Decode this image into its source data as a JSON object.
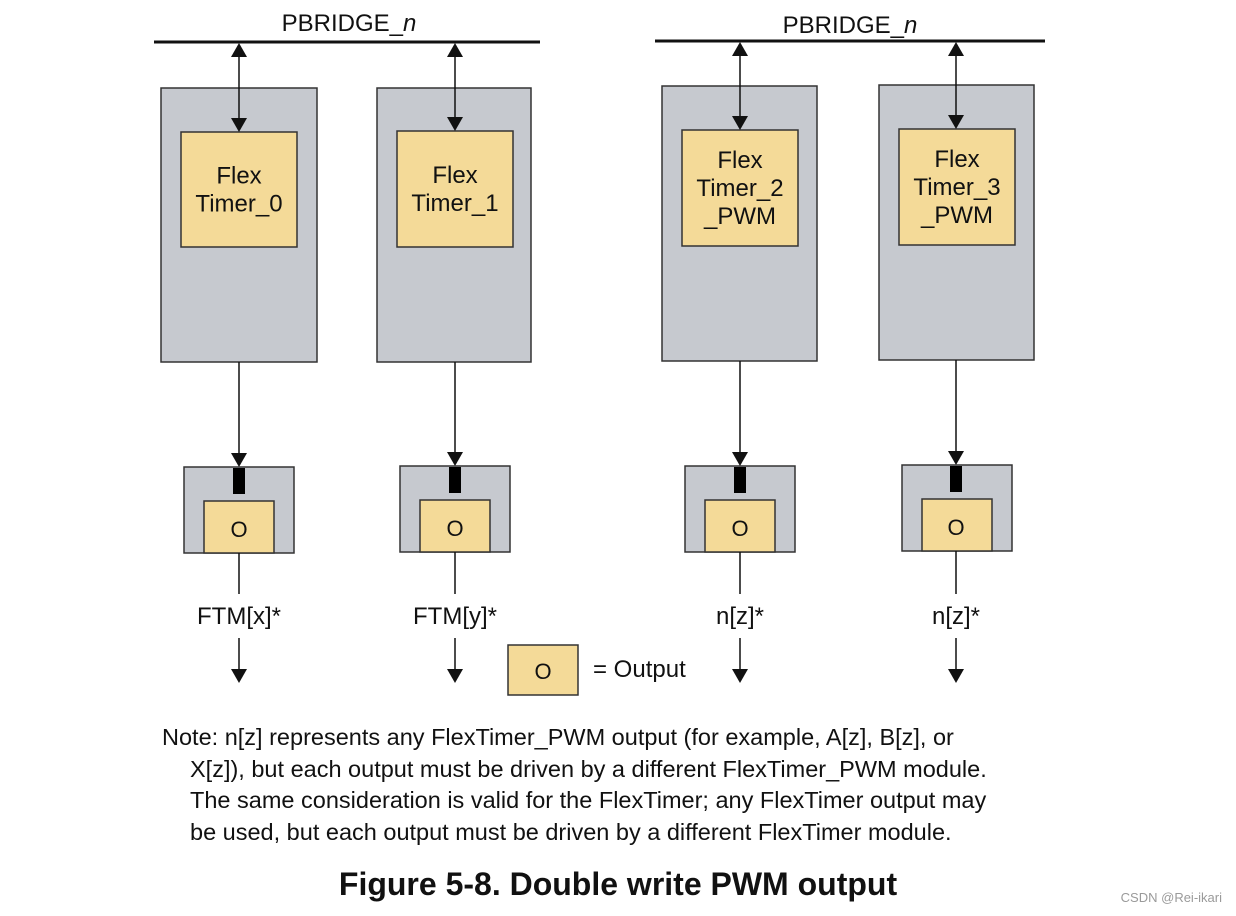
{
  "buses": [
    {
      "label_main": "PBRIDGE_",
      "label_italic": "n"
    },
    {
      "label_main": "PBRIDGE_",
      "label_italic": "n"
    }
  ],
  "modules": [
    {
      "lines": [
        "Flex",
        "Timer_0"
      ],
      "output_symbol": "O",
      "output_label": "FTM[x]*"
    },
    {
      "lines": [
        "Flex",
        "Timer_1"
      ],
      "output_symbol": "O",
      "output_label": "FTM[y]*"
    },
    {
      "lines": [
        "Flex",
        "Timer_2",
        "_PWM"
      ],
      "output_symbol": "O",
      "output_label": "n[z]*"
    },
    {
      "lines": [
        "Flex",
        "Timer_3",
        "_PWM"
      ],
      "output_symbol": "O",
      "output_label": "n[z]*"
    }
  ],
  "legend": {
    "symbol": "O",
    "text": "= Output"
  },
  "colors": {
    "gray_block": "#c6c9cf",
    "timer_fill": "#f4da98",
    "line": "#111111"
  },
  "note": {
    "line1": "Note: n[z] represents any FlexTimer_PWM output (for example, A[z], B[z], or",
    "line2": "X[z]), but each output must be driven by a different FlexTimer_PWM module.",
    "line3": "The same consideration is valid for the FlexTimer; any FlexTimer output may",
    "line4": "be used, but each output must be driven by a different FlexTimer module."
  },
  "caption": "Figure 5-8. Double write PWM output",
  "watermark": "CSDN @Rei-ikari"
}
